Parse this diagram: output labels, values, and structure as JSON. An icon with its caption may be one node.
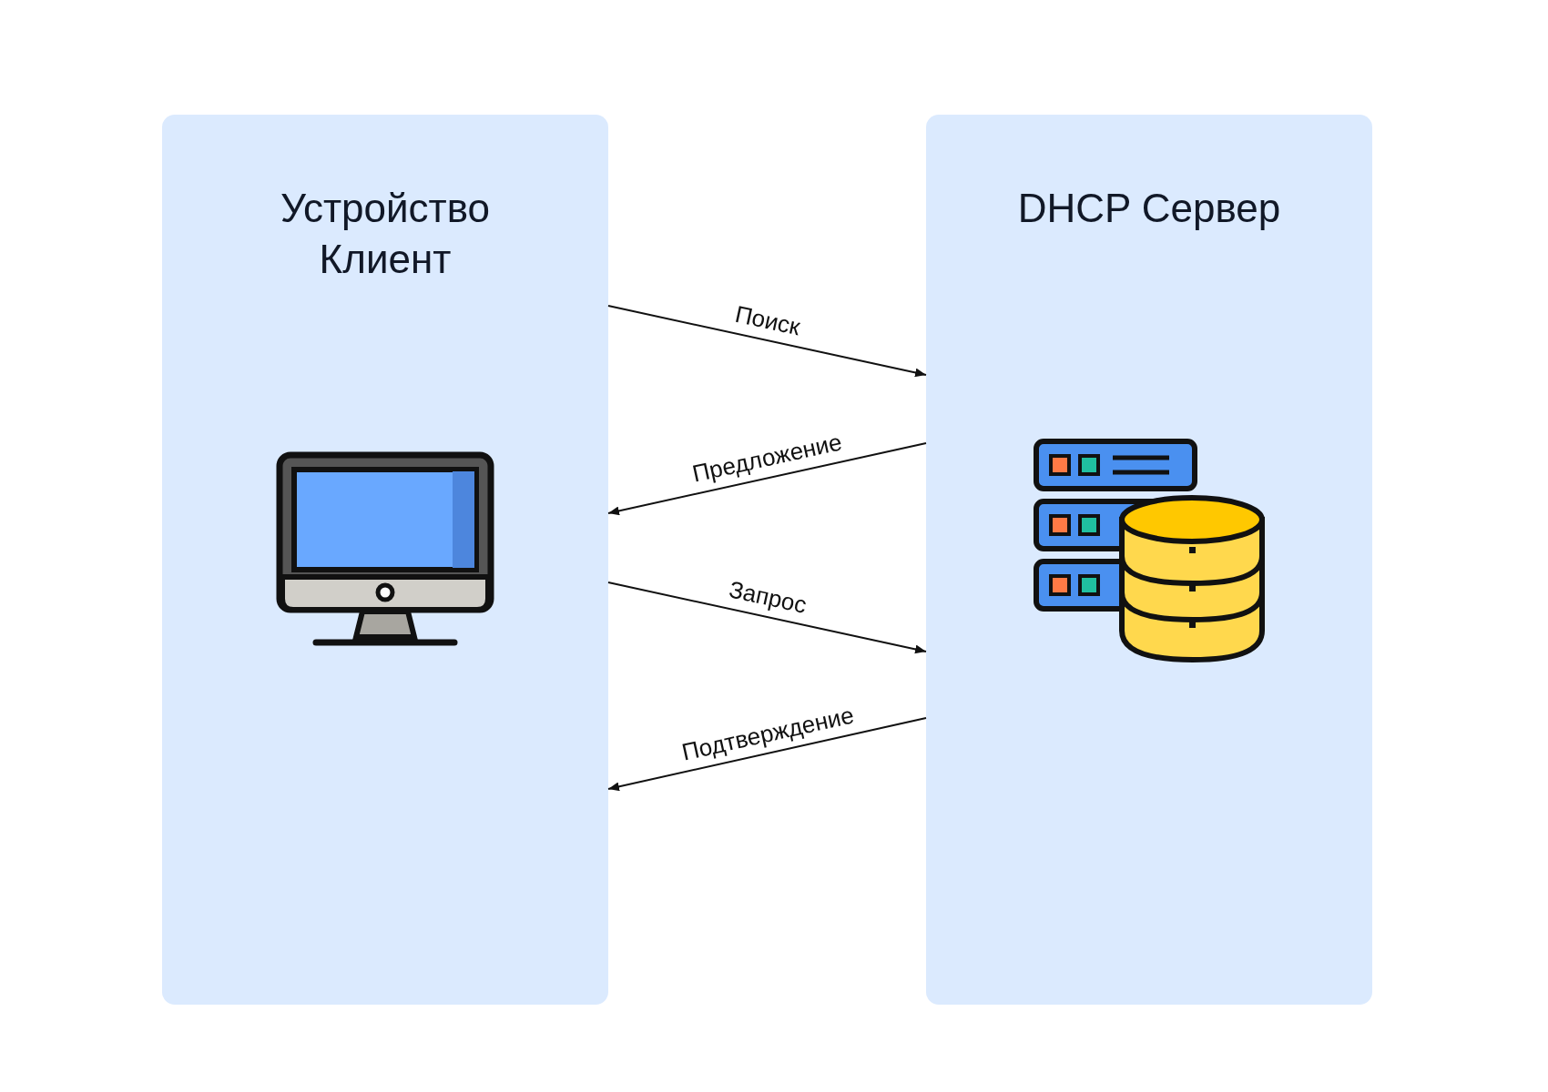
{
  "diagram": {
    "nodes": [
      {
        "text": [
          "Устройство Клиент"
        ]
      },
      {
        "text": [
          "DHCP Сервер"
        ]
      }
    ],
    "edges": [
      {
        "from": 0,
        "to": 1,
        "arrow": "to",
        "label": "Поиск"
      },
      {
        "from": 1,
        "to": 0,
        "arrow": "to",
        "label": "Предложение"
      },
      {
        "from": 0,
        "to": 1,
        "arrow": "to",
        "label": "Запрос"
      },
      {
        "from": 1,
        "to": 0,
        "arrow": "to",
        "label": "Подтверждение"
      }
    ]
  }
}
